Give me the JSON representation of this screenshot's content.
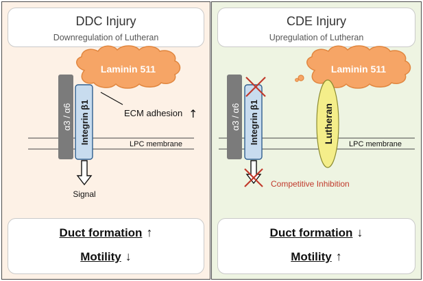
{
  "left_panel": {
    "title": "DDC Injury",
    "subtitle": "Downregulation of Lutheran",
    "laminin_label": "Laminin 511",
    "alpha_label": "α3 / α6",
    "integrin_label": "Integrin β1",
    "ecm_label": "ECM adhesion",
    "ecm_arrow": "↑",
    "membrane_label": "LPC membrane",
    "signal_label": "Signal",
    "result_duct_label": "Duct formation",
    "result_duct_arrow": "↑",
    "result_motility_label": "Motility",
    "result_motility_arrow": "↓"
  },
  "right_panel": {
    "title": "CDE Injury",
    "subtitle": "Upregulation of Lutheran",
    "laminin_label": "Laminin 511",
    "alpha_label": "α3 / α6",
    "integrin_label": "Integrin β1",
    "lutheran_label": "Lutheran",
    "membrane_label": "LPC membrane",
    "inhibition_label": "Competitive Inhibition",
    "result_duct_label": "Duct formation",
    "result_duct_arrow": "↓",
    "result_motility_label": "Motility",
    "result_motility_arrow": "↑"
  },
  "colors": {
    "left_bg": "#fdf1e6",
    "right_bg": "#eef4e2",
    "laminin_fill": "#f6a566",
    "alpha_fill": "#7b7b7b",
    "integrin_fill": "#c8dcef",
    "lutheran_fill": "#f4ee8a",
    "inhibition_red": "#c0392b"
  }
}
